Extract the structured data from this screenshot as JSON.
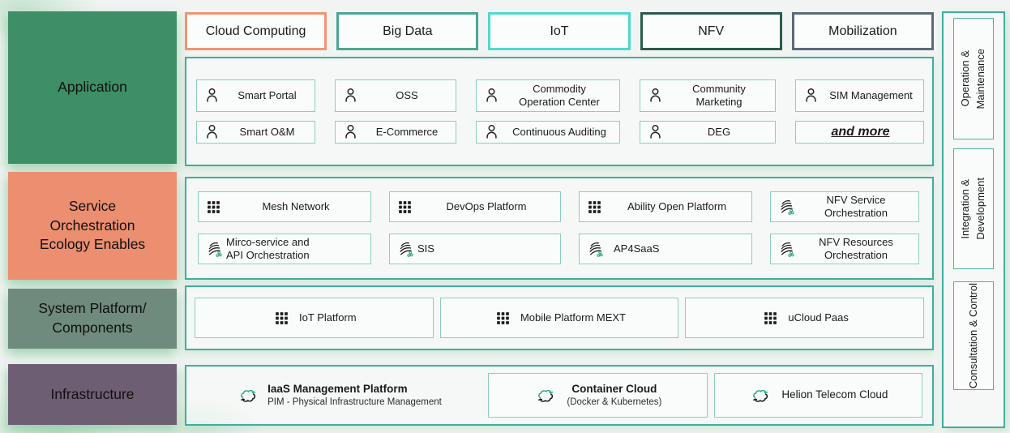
{
  "colors": {
    "page_bg": "#F1F4F2",
    "container_border": "#3FAE9D",
    "item_border": "#8BCFC0",
    "accent_green": "#2FAE7E"
  },
  "left_sections": [
    {
      "label": "Application",
      "color": "#3E8E68"
    },
    {
      "label": "Service Orchestration Ecology Enables",
      "color": "#EC8E70"
    },
    {
      "label": "System Platform/ Components",
      "color": "#6F8B7D"
    },
    {
      "label": "Infrastructure",
      "color": "#6E5E73"
    }
  ],
  "top_buttons": [
    {
      "label": "Cloud Computing",
      "border_color": "#F09472"
    },
    {
      "label": "Big Data",
      "border_color": "#4BA690"
    },
    {
      "label": "IoT",
      "border_color": "#4FD9CF"
    },
    {
      "label": "NFV",
      "border_color": "#2B5C4B"
    },
    {
      "label": "Mobilization",
      "border_color": "#5B6B7A"
    }
  ],
  "application": {
    "row1": [
      {
        "label": "Smart Portal",
        "icon": "user-icon"
      },
      {
        "label": "OSS",
        "icon": "user-icon"
      },
      {
        "label": "Commodity Operation Center",
        "icon": "user-icon"
      },
      {
        "label": "Community Marketing",
        "icon": "user-icon"
      },
      {
        "label": "SIM Management",
        "icon": "user-icon"
      }
    ],
    "row2": [
      {
        "label": "Smart O&M",
        "icon": "user-icon"
      },
      {
        "label": "E-Commerce",
        "icon": "user-icon"
      },
      {
        "label": "Continuous Auditing",
        "icon": "user-icon"
      },
      {
        "label": "DEG",
        "icon": "user-icon"
      },
      {
        "label": "and more",
        "icon": ""
      }
    ]
  },
  "service": {
    "row1": [
      {
        "label": "Mesh Network",
        "icon": "grid-icon"
      },
      {
        "label": "DevOps Platform",
        "icon": "grid-icon"
      },
      {
        "label": "Ability Open Platform",
        "icon": "grid-icon"
      },
      {
        "label": "NFV Service Orchestration",
        "icon": "stream-icon"
      }
    ],
    "row2": [
      {
        "label": "Mirco-service and API Orchestration",
        "icon": "stream-icon"
      },
      {
        "label": "SIS",
        "icon": "stream-icon"
      },
      {
        "label": "AP4SaaS",
        "icon": "stream-icon"
      },
      {
        "label": "NFV Resources Orchestration",
        "icon": "stream-icon"
      }
    ]
  },
  "system": {
    "items": [
      {
        "label": "IoT Platform",
        "icon": "grid-icon"
      },
      {
        "label": "Mobile Platform MEXT",
        "icon": "grid-icon"
      },
      {
        "label": "uCloud Paas",
        "icon": "grid-icon"
      }
    ]
  },
  "infrastructure": {
    "items": [
      {
        "title": "IaaS Management Platform",
        "subtitle": "PIM - Physical Infrastructure Management",
        "icon": "cloud-sync-icon"
      },
      {
        "title": "Container Cloud",
        "subtitle": "(Docker & Kubernetes)",
        "icon": "cloud-sync-icon"
      },
      {
        "title": "Helion Telecom Cloud",
        "subtitle": "",
        "icon": "cloud-sync-icon"
      }
    ]
  },
  "right_sections": [
    {
      "lines": [
        "Operation &",
        "Maintenance"
      ]
    },
    {
      "lines": [
        "Integration &",
        "Development"
      ]
    },
    {
      "lines": [
        "Consultation & Control"
      ]
    }
  ]
}
